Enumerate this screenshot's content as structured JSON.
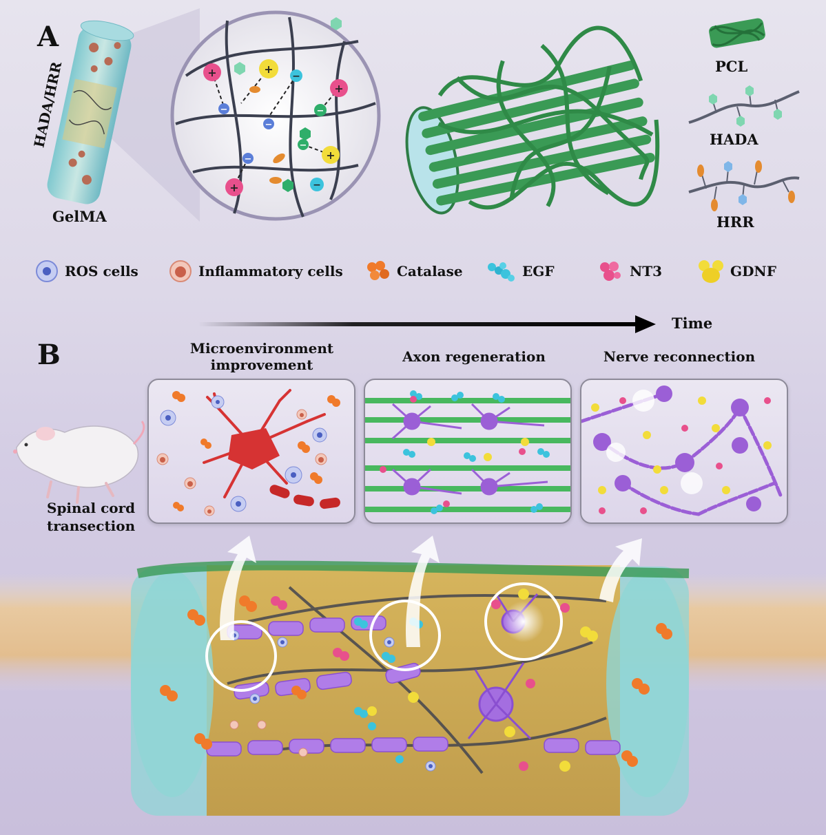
{
  "panel_a": {
    "letter": "A",
    "scaffold_side_label": "HADA/HRR",
    "scaffold_bottom_label": "GelMA",
    "components": [
      {
        "label": "PCL",
        "icon": "pcl-fiber-bundle-icon"
      },
      {
        "label": "HADA",
        "icon": "hada-polymer-chain-icon"
      },
      {
        "label": "HRR",
        "icon": "hrr-polymer-chain-icon"
      }
    ]
  },
  "legend": [
    {
      "label": "ROS cells",
      "icon": "ros-cell-icon",
      "color": "#4a5fc1"
    },
    {
      "label": "Inflammatory cells",
      "icon": "inflammatory-cell-icon",
      "color": "#e59a86"
    },
    {
      "label": "Catalase",
      "icon": "catalase-icon",
      "color": "#f07a2a"
    },
    {
      "label": "EGF",
      "icon": "egf-icon",
      "color": "#3cc3dd"
    },
    {
      "label": "NT3",
      "icon": "nt3-icon",
      "color": "#e8508c"
    },
    {
      "label": "GDNF",
      "icon": "gdnf-icon",
      "color": "#f2dc3a"
    }
  ],
  "panel_b": {
    "letter": "B",
    "time_label": "Time",
    "stages": [
      {
        "title_line1": "Microenvironment",
        "title_line2": "improvement"
      },
      {
        "title_line1": "Axon regeneration",
        "title_line2": ""
      },
      {
        "title_line1": "Nerve reconnection",
        "title_line2": ""
      }
    ],
    "model_label_line1": "Spinal cord",
    "model_label_line2": "transection"
  },
  "colors": {
    "pcl_green": "#3a9a55",
    "neuron_purple": "#9b5fd6",
    "damaged_red": "#d63333",
    "hydrogel_yellow": "#d9b356",
    "hydrogel_cyan": "#8fd6d6"
  }
}
